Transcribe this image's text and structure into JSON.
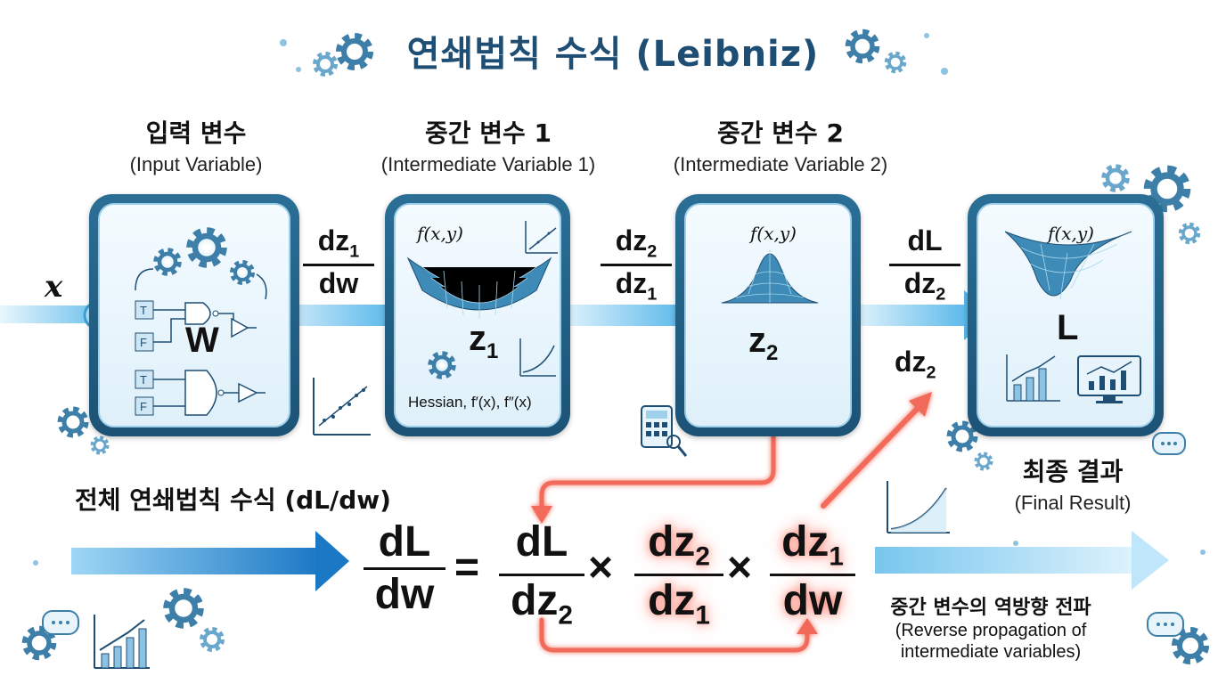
{
  "title": "연쇄법칙 수식 (Leibniz)",
  "input_label": "x",
  "stages": [
    {
      "ko": "입력 변수",
      "en": "(Input Variable)",
      "var": "W"
    },
    {
      "ko": "중간 변수 1",
      "en": "(Intermediate Variable 1)",
      "var_main": "z",
      "var_sub": "1",
      "func": "f(x,y)",
      "note": "Hessian, f′(x), f″(x)"
    },
    {
      "ko": "중간 변수 2",
      "en": "(Intermediate Variable 2)",
      "var_main": "z",
      "var_sub": "2",
      "func": "f(x,y)"
    },
    {
      "final_var": "L",
      "func": "f(x,y)"
    }
  ],
  "arrow_fracs": [
    {
      "num_main": "dz",
      "num_sub": "1",
      "den_main": "dw",
      "den_sub": ""
    },
    {
      "num_main": "dz",
      "num_sub": "2",
      "den_main": "dz",
      "den_sub": "1"
    },
    {
      "num_main": "dL",
      "num_sub": "",
      "den_main": "dz",
      "den_sub": "2"
    }
  ],
  "extra_label": {
    "main": "dz",
    "sub": "2"
  },
  "final": {
    "ko": "최종 결과",
    "en": "(Final Result)"
  },
  "formula": {
    "label": "전체 연쇄법칙 수식 (dL/dw)",
    "lhs": {
      "num": "dL",
      "den": "dw"
    },
    "equals": "=",
    "times": "×",
    "terms": [
      {
        "num_main": "dL",
        "num_sub": "",
        "den_main": "dz",
        "den_sub": "2"
      },
      {
        "num_main": "dz",
        "num_sub": "2",
        "den_main": "dz",
        "den_sub": "1"
      },
      {
        "num_main": "dz",
        "num_sub": "1",
        "den_main": "dw",
        "den_sub": ""
      }
    ]
  },
  "reverse": {
    "ko": "중간 변수의 역방향 전파",
    "en1": "(Reverse propagation of",
    "en2": "intermediate variables)"
  },
  "colors": {
    "accent_blue": "#1f4e74",
    "box_border": "#2b6f96",
    "arrow_blue": "#6cc4f0",
    "arrow_red": "#f26a5a"
  }
}
